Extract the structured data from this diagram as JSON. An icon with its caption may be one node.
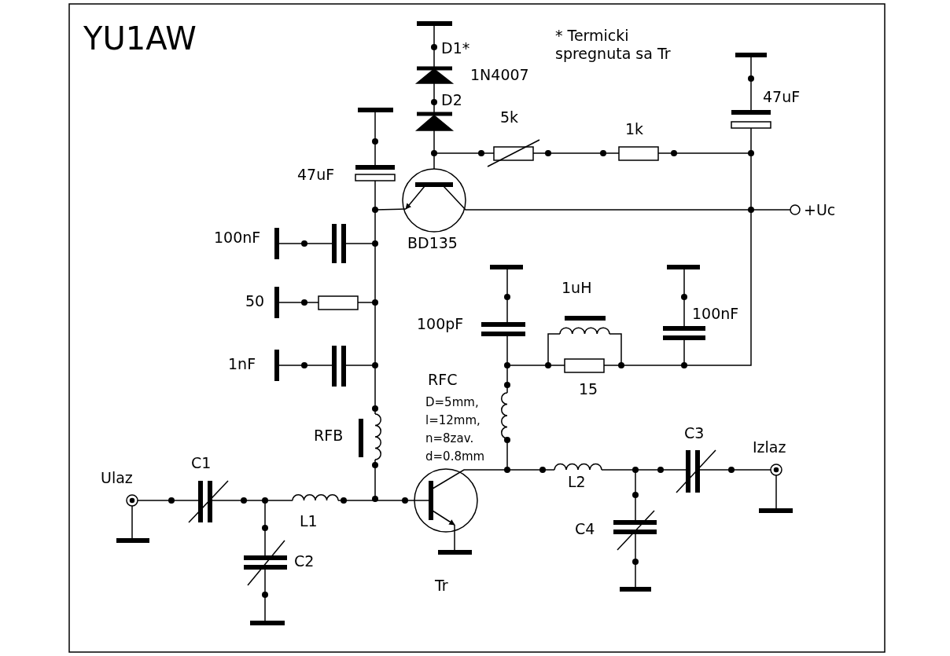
{
  "diagram": {
    "title": "YU1AW",
    "labels": [
      "D1*",
      "* Termicki spregnuta sa Tr",
      "1N4007",
      "47uF",
      "D2",
      "5k",
      "1k",
      "47uF",
      "+Uc",
      "100nF",
      "BD135",
      "1uH",
      "50",
      "100pF",
      "100nF",
      "1nF",
      "15",
      "RFC",
      "D=5mm, l=12mm, n=8zav. d=0.8mm",
      "RFB",
      "C3",
      "Izlaz",
      "Ulaz",
      "C1",
      "L1",
      "L2",
      "C4",
      "C2",
      "Tr"
    ]
  }
}
